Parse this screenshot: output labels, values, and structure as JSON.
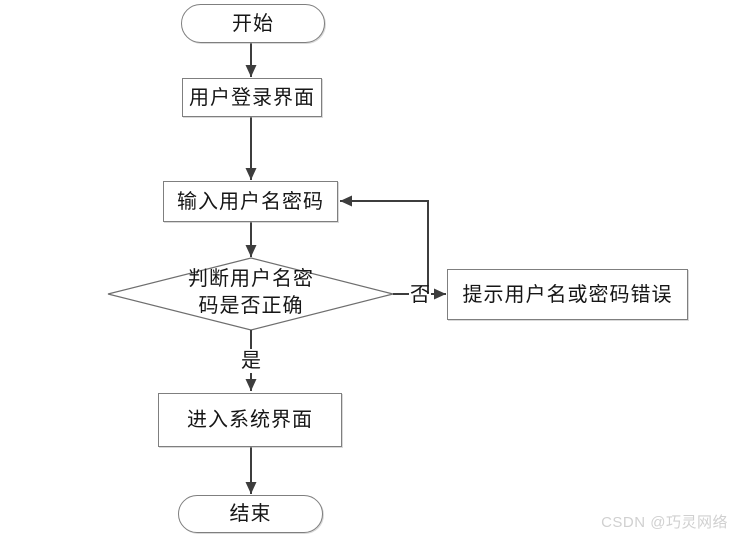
{
  "flowchart": {
    "title": "login-flowchart",
    "nodes": {
      "start": {
        "type": "terminator",
        "label": "开始"
      },
      "login": {
        "type": "process",
        "label": "用户登录界面"
      },
      "input": {
        "type": "process",
        "label": "输入用户名密码"
      },
      "decision": {
        "type": "decision",
        "lines": [
          "判断用户名密",
          "码是否正确"
        ]
      },
      "error": {
        "type": "process",
        "label": "提示用户名或密码错误"
      },
      "system": {
        "type": "process",
        "label": "进入系统界面"
      },
      "end": {
        "type": "terminator",
        "label": "结束"
      }
    },
    "edges": {
      "yes_label": "是",
      "no_label": "否"
    }
  },
  "watermark": "CSDN @巧灵网络",
  "colors": {
    "background": "#ffffff",
    "node_border": "#7f7f7f",
    "arrow": "#3d3d3d",
    "text": "#161616",
    "watermark": "#d0d0d0"
  }
}
